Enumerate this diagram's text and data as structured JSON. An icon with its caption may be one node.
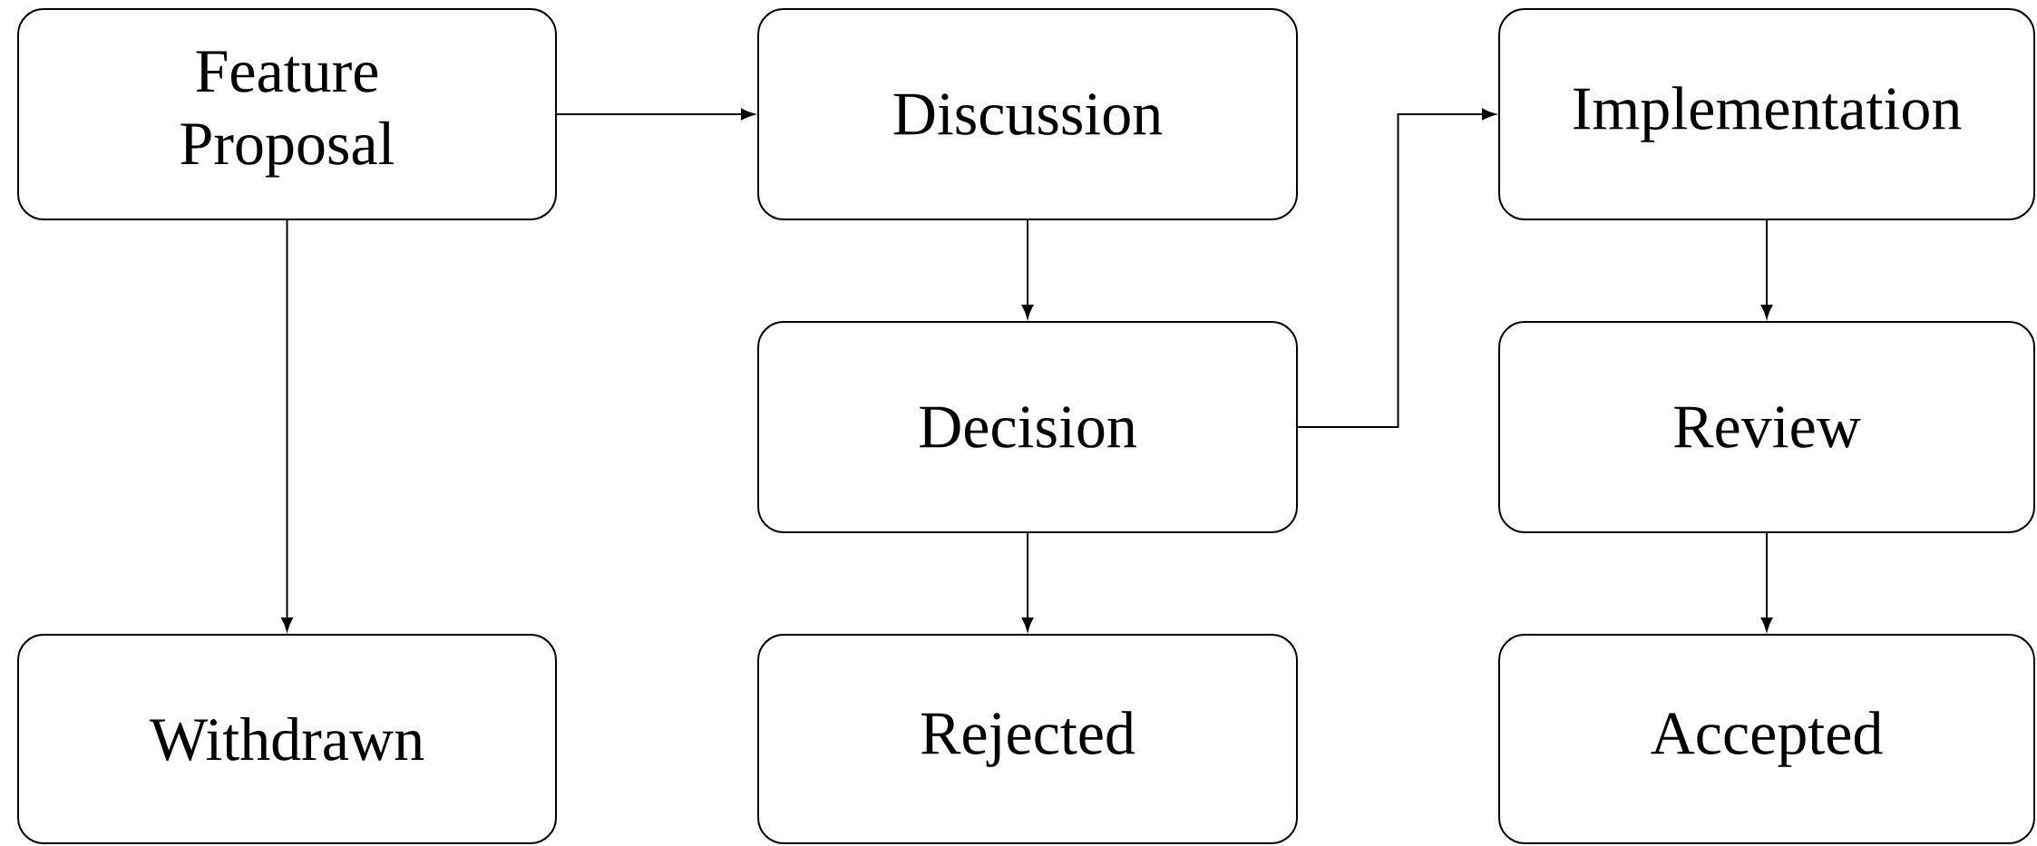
{
  "diagram": {
    "nodes": [
      {
        "text": [
          "Feature Proposal"
        ]
      },
      {
        "text": [
          "Discussion"
        ]
      },
      {
        "text": [
          "Implementation"
        ]
      },
      {
        "text": [
          "Decision"
        ]
      },
      {
        "text": [
          "Review"
        ]
      },
      {
        "text": [
          "Withdrawn"
        ]
      },
      {
        "text": [
          "Rejected"
        ]
      },
      {
        "text": [
          "Accepted"
        ]
      }
    ],
    "edges": [
      {
        "from": 0,
        "to": 1,
        "arrow": "to"
      },
      {
        "from": 0,
        "to": 5,
        "arrow": "to"
      },
      {
        "from": 1,
        "to": 3,
        "arrow": "to"
      },
      {
        "from": 3,
        "to": 2,
        "arrow": "to"
      },
      {
        "from": 3,
        "to": 6,
        "arrow": "to"
      },
      {
        "from": 2,
        "to": 4,
        "arrow": "to"
      },
      {
        "from": 4,
        "to": 7,
        "arrow": "to"
      }
    ]
  }
}
